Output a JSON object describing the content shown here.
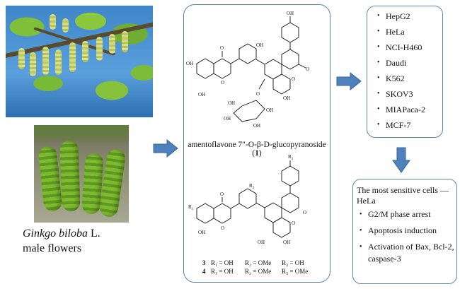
{
  "caption": {
    "genus": "Ginkgo biloba",
    "rest": " L.",
    "line2": "male flowers"
  },
  "compound": {
    "name": "amentoflavone 7″-O-β-D-glucopyranoside (",
    "number": "1",
    "close": ")"
  },
  "structure_labels": {
    "oh": "OH",
    "o": "O",
    "r1": "R",
    "r2": "R",
    "r3": "R",
    "r1_sub": "1",
    "r2_sub": "2",
    "r3_sub": "3"
  },
  "substituents": [
    {
      "n": "3",
      "r1": "R₁ = OH",
      "r2": "R₂ = OMe",
      "r3": "R₃ = OH"
    },
    {
      "n": "4",
      "r1": "R₁ = OH",
      "r2": "R₂ = OMe",
      "r3": "R₃ = OMe"
    }
  ],
  "cell_lines": [
    "HepG2",
    "HeLa",
    "NCI-H460",
    "Daudi",
    "K562",
    "SKOV3",
    "MIAPaca-2",
    "MCF-7"
  ],
  "result": {
    "heading": "The most sensitive cells —HeLa",
    "items": [
      "G2/M phase arrest",
      "Apoptosis induction",
      "Activation of Bax, Bcl-2,  caspase-3"
    ]
  },
  "colors": {
    "arrow": "#4f81bd",
    "arrow_border": "#3a6596",
    "panel_border": "#5b83b5"
  }
}
